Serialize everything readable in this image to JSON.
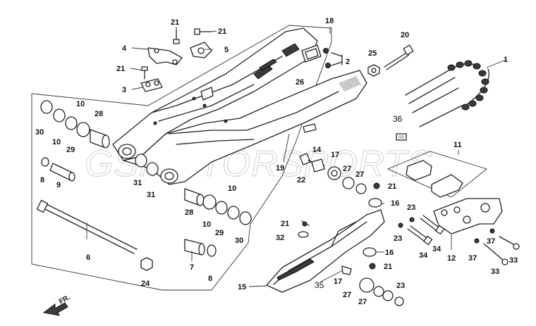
{
  "watermark": "GSMOTORSPORTS",
  "direction_label": "FR.",
  "callouts": [
    {
      "id": "c1",
      "text": "1"
    },
    {
      "id": "c2",
      "text": "2"
    },
    {
      "id": "c3",
      "text": "3"
    },
    {
      "id": "c4",
      "text": "4"
    },
    {
      "id": "c5",
      "text": "5"
    },
    {
      "id": "c6",
      "text": "6"
    },
    {
      "id": "c7",
      "text": "7"
    },
    {
      "id": "c8a",
      "text": "8"
    },
    {
      "id": "c8b",
      "text": "8"
    },
    {
      "id": "c9",
      "text": "9"
    },
    {
      "id": "c10a",
      "text": "10"
    },
    {
      "id": "c10b",
      "text": "10"
    },
    {
      "id": "c10c",
      "text": "10"
    },
    {
      "id": "c10d",
      "text": "10"
    },
    {
      "id": "c11",
      "text": "11"
    },
    {
      "id": "c12",
      "text": "12"
    },
    {
      "id": "c14",
      "text": "14"
    },
    {
      "id": "c15",
      "text": "15"
    },
    {
      "id": "c16a",
      "text": "16"
    },
    {
      "id": "c16b",
      "text": "16"
    },
    {
      "id": "c17a",
      "text": "17"
    },
    {
      "id": "c17b",
      "text": "17"
    },
    {
      "id": "c18",
      "text": "18"
    },
    {
      "id": "c19",
      "text": "19"
    },
    {
      "id": "c20",
      "text": "20"
    },
    {
      "id": "c21a",
      "text": "21"
    },
    {
      "id": "c21b",
      "text": "21"
    },
    {
      "id": "c21c",
      "text": "21"
    },
    {
      "id": "c21d",
      "text": "21"
    },
    {
      "id": "c21e",
      "text": "21"
    },
    {
      "id": "c21f",
      "text": "21"
    },
    {
      "id": "c22",
      "text": "22"
    },
    {
      "id": "c23a",
      "text": "23"
    },
    {
      "id": "c23b",
      "text": "23"
    },
    {
      "id": "c23c",
      "text": "23"
    },
    {
      "id": "c24",
      "text": "24"
    },
    {
      "id": "c25",
      "text": "25"
    },
    {
      "id": "c26",
      "text": "26"
    },
    {
      "id": "c27a",
      "text": "27"
    },
    {
      "id": "c27b",
      "text": "27"
    },
    {
      "id": "c27c",
      "text": "27"
    },
    {
      "id": "c27d",
      "text": "27"
    },
    {
      "id": "c28a",
      "text": "28"
    },
    {
      "id": "c28b",
      "text": "28"
    },
    {
      "id": "c29a",
      "text": "29"
    },
    {
      "id": "c29b",
      "text": "29"
    },
    {
      "id": "c30a",
      "text": "30"
    },
    {
      "id": "c30b",
      "text": "30"
    },
    {
      "id": "c31a",
      "text": "31"
    },
    {
      "id": "c31b",
      "text": "31"
    },
    {
      "id": "c32",
      "text": "32"
    },
    {
      "id": "c33a",
      "text": "33"
    },
    {
      "id": "c33b",
      "text": "33"
    },
    {
      "id": "c34a",
      "text": "34"
    },
    {
      "id": "c34b",
      "text": "34"
    },
    {
      "id": "c35",
      "text": "35"
    },
    {
      "id": "c36",
      "text": "36"
    },
    {
      "id": "c37a",
      "text": "37"
    },
    {
      "id": "c37b",
      "text": "37"
    }
  ]
}
